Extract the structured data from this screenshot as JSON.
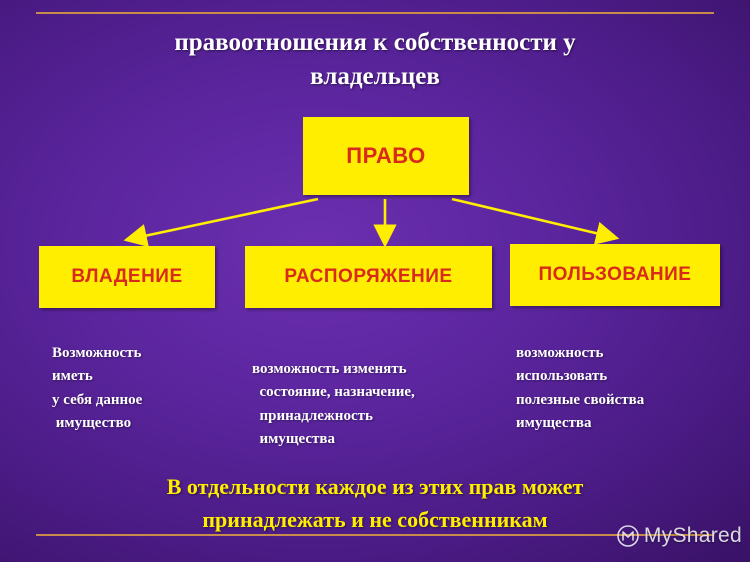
{
  "slide": {
    "title_line1": "правоотношения к собственности  у",
    "title_line2": "владельцев",
    "boxes": {
      "root": "ПРАВО",
      "left": "ВЛАДЕНИЕ",
      "center": "РАСПОРЯЖЕНИЕ",
      "right": "ПОЛЬЗОВАНИЕ"
    },
    "descriptions": {
      "left": {
        "line1": "Возможность",
        "line2": "иметь",
        "line3": "у себя данное",
        "line4": " имущество"
      },
      "center": {
        "line1": "возможность изменять",
        "line2": "  состояние, назначение,",
        "line3": "  принадлежность",
        "line4": "  имущества"
      },
      "right": {
        "line1": "возможность",
        "line2": "использовать",
        "line3": "полезные свойства",
        "line4": "имущества"
      }
    },
    "footer_line1": "В отдельности каждое из этих прав может",
    "footer_line2": "принадлежать и не собственникам",
    "watermark": "MyShared",
    "colors": {
      "box_fill": "#ffee00",
      "box_text": "#d92b1c",
      "arrow": "#ffee00",
      "title_text": "#ffffff",
      "footer_text": "#ffee00",
      "rule": "#c98b4a"
    }
  }
}
